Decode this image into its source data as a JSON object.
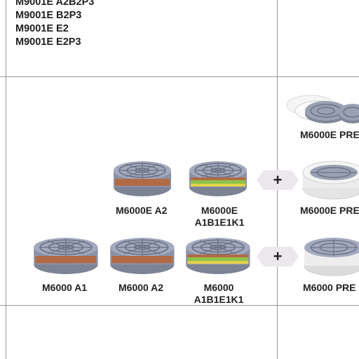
{
  "top_models": [
    "M9001E A2B2P3",
    "M9001E B2P3",
    "M9001E E2",
    "M9001E E2P3"
  ],
  "row1": {
    "prefilter_label": "M6000E PRE"
  },
  "row2": {
    "a2_label": "M6000E A2",
    "multi_label_line1": "M6000E",
    "multi_label_line2": "A1B1E1K1",
    "plus": "+",
    "prefilter_label": "M6000E PRE"
  },
  "row3": {
    "a1_label": "M6000 A1",
    "a2_label": "M6000 A2",
    "multi_label_line1": "M6000",
    "multi_label_line2": "A1B1E1K1",
    "plus": "+",
    "prefilter_label": "M6000 PRE"
  },
  "colors": {
    "grid_line": "#9a9a9a",
    "housing": "#8f97ad",
    "band_brown": "#b26a45",
    "band_green": "#8cc34a",
    "band_yellow": "#e6d24a",
    "plus_badge": "#ece7ec",
    "prefilter_white": "#f4f4f4"
  },
  "icons": [
    "filter-cartridge-icon",
    "prefilter-disc-icon",
    "plus-icon"
  ]
}
